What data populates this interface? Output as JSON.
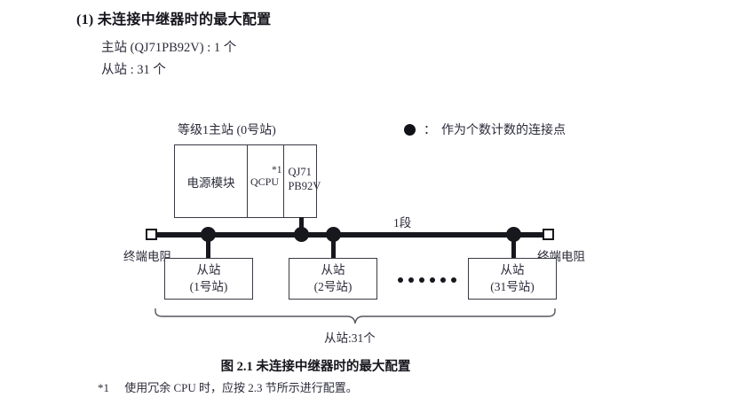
{
  "section": {
    "number": "(1)",
    "heading": "未连接中继器时的最大配置",
    "lines": [
      "主站 (QJ71PB92V) : 1 个",
      "从站 : 31 个"
    ]
  },
  "legend": {
    "symbol": "filled-circle",
    "colon": "：",
    "text": "作为个数计数的连接点"
  },
  "diagram": {
    "master": {
      "caption": "等级1主站 (0号站)",
      "modules": [
        {
          "label": "电源模块"
        },
        {
          "label": "QCPU",
          "note": "*1"
        },
        {
          "label": "QJ71\nPB92V",
          "line1": "QJ71",
          "line2": "PB92V"
        }
      ]
    },
    "bus": {
      "segment_label": "1段",
      "terminator_left": "终端电阻",
      "terminator_right": "终端电阻"
    },
    "slaves": [
      {
        "name": "从站",
        "station": "(1号站)"
      },
      {
        "name": "从站",
        "station": "(2号站)"
      },
      {
        "name": "从站",
        "station": "(31号站)"
      }
    ],
    "ellipsis_count": 6,
    "brace_label": "从站:31个"
  },
  "figure": {
    "caption": "图 2.1  未连接中继器时的最大配置"
  },
  "footnote": {
    "mark": "*1",
    "text": "使用冗余 CPU 时，应按 2.3 节所示进行配置。"
  },
  "colors": {
    "ink": "#22222e",
    "line": "#17171e",
    "box_border": "#3a3a44",
    "background": "#ffffff"
  }
}
